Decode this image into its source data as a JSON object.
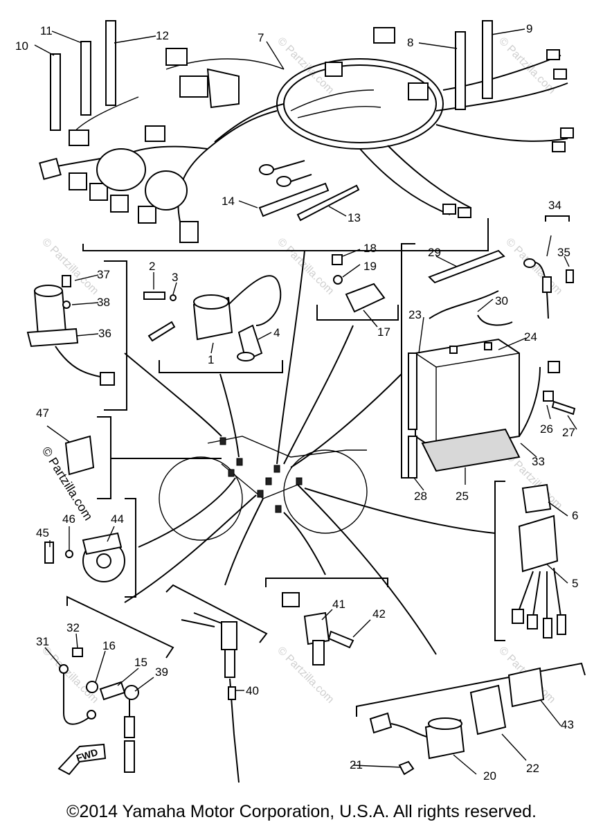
{
  "callouts": {
    "c1": "1",
    "c2": "2",
    "c3": "3",
    "c4": "4",
    "c5": "5",
    "c6": "6",
    "c7": "7",
    "c8": "8",
    "c9": "9",
    "c10": "10",
    "c11": "11",
    "c12": "12",
    "c13": "13",
    "c14": "14",
    "c15": "15",
    "c16": "16",
    "c17": "17",
    "c18": "18",
    "c19": "19",
    "c20": "20",
    "c21": "21",
    "c22": "22",
    "c23": "23",
    "c24": "24",
    "c25": "25",
    "c26": "26",
    "c27": "27",
    "c28": "28",
    "c29": "29",
    "c30": "30",
    "c31": "31",
    "c32": "32",
    "c33": "33",
    "c34": "34",
    "c35": "35",
    "c36": "36",
    "c37": "37",
    "c38": "38",
    "c39": "39",
    "c40": "40",
    "c41": "41",
    "c42": "42",
    "c43": "43",
    "c44": "44",
    "c45": "45",
    "c46": "46",
    "c47": "47"
  },
  "fwd_label": "FWD",
  "watermark": "© Partzilla.com",
  "copyright": "©2014 Yamaha Motor Corporation, U.S.A. All rights reserved."
}
